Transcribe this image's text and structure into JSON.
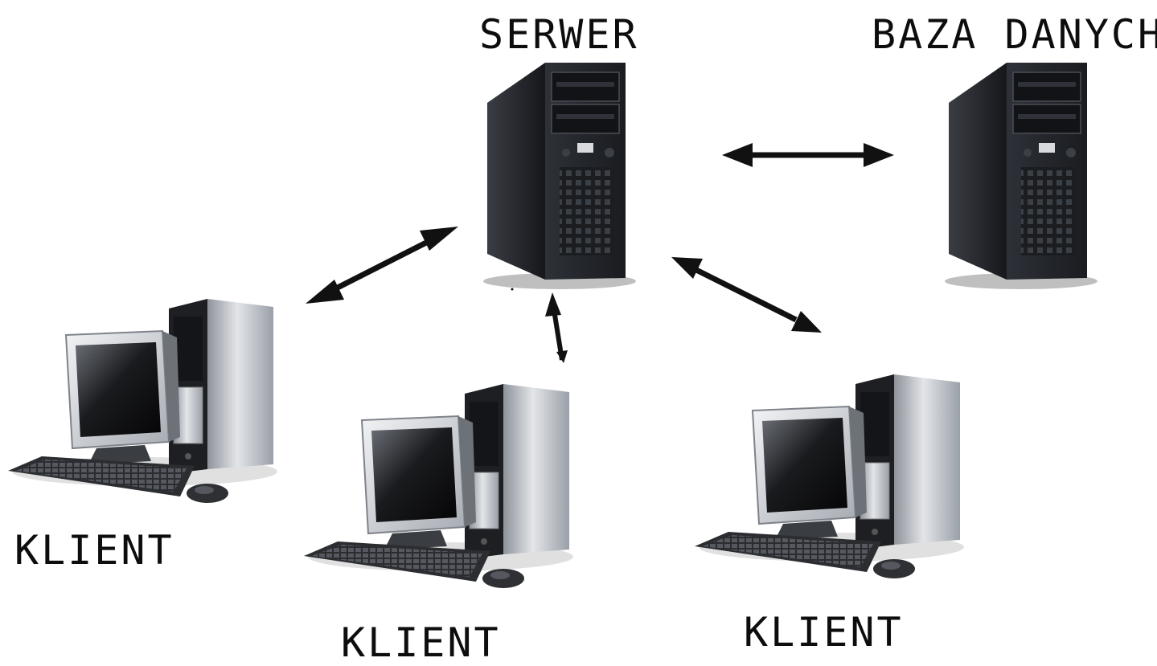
{
  "nodes": {
    "server": {
      "label": "SERWER"
    },
    "database": {
      "label": "BAZA DANYCH"
    },
    "clients": [
      {
        "label": "KLIENT"
      },
      {
        "label": "KLIENT"
      },
      {
        "label": "KLIENT"
      }
    ]
  },
  "connections": [
    {
      "from": "server",
      "to": "database",
      "direction": "both"
    },
    {
      "from": "server",
      "to": "client-1",
      "direction": "both"
    },
    {
      "from": "server",
      "to": "client-2",
      "direction": "both"
    },
    {
      "from": "server",
      "to": "client-3",
      "direction": "both"
    }
  ],
  "colors": {
    "tower_dark": "#1c1e22",
    "tower_front": "#2a2d33",
    "silver": "#c9ccd1",
    "arrow": "#111111"
  }
}
